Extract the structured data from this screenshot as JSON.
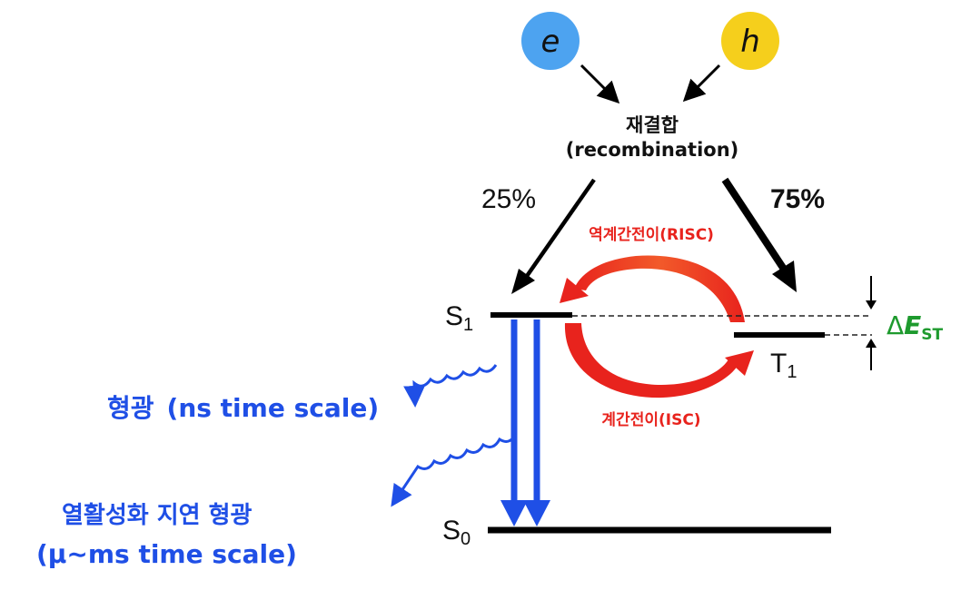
{
  "carriers": {
    "electron": {
      "label": "e",
      "color": "#4da3f0"
    },
    "hole": {
      "label": "h",
      "color": "#f5cf1c"
    }
  },
  "recombination": {
    "label_ko": "재결합",
    "label_en": "(recombination)"
  },
  "branching": {
    "singlet_percent": "25%",
    "triplet_percent": "75%"
  },
  "levels": {
    "s1": {
      "letter": "S",
      "sub": "1"
    },
    "t1": {
      "letter": "T",
      "sub": "1"
    },
    "s0": {
      "letter": "S",
      "sub": "0"
    }
  },
  "gap": {
    "delta": "Δ",
    "E": "E",
    "sub": "ST",
    "color": "#1e9a2e"
  },
  "transitions": {
    "risc": {
      "label": "역계간전이(RISC)",
      "color": "#e8231d"
    },
    "isc": {
      "label": "계간전이(ISC)",
      "color": "#e8231d"
    }
  },
  "emission": {
    "color": "#1f4fe6",
    "fluorescence": {
      "ko": "형광",
      "scale": "(ns time scale)"
    },
    "tadf": {
      "ko": "열활성화 지연 형광",
      "scale": "(μ∼ms time scale)"
    }
  }
}
